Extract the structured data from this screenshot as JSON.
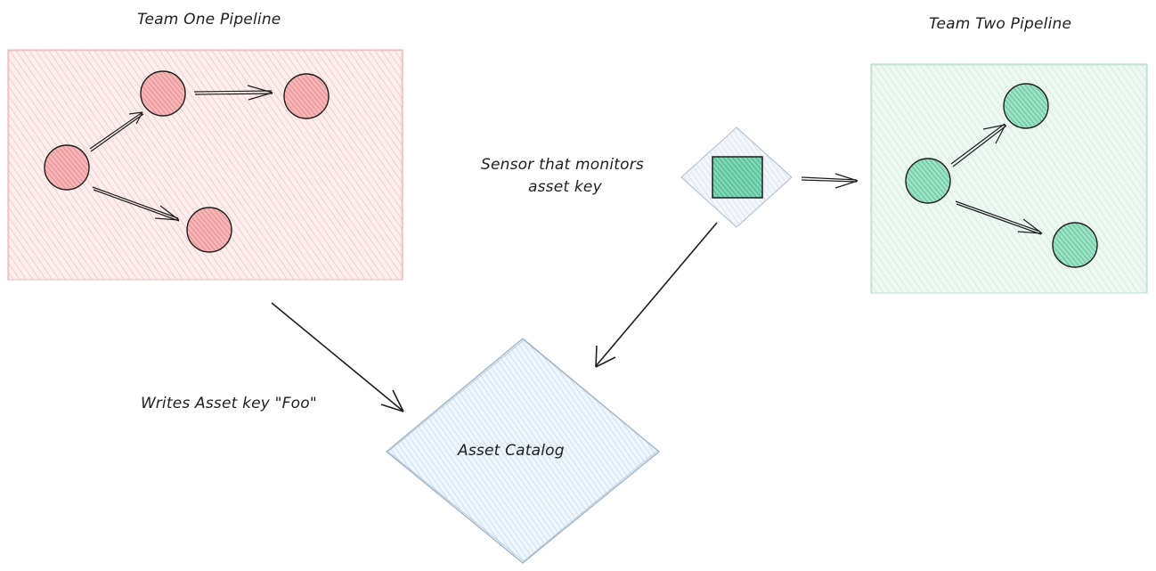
{
  "titles": {
    "team_one": "Team One Pipeline",
    "team_two": "Team Two Pipeline"
  },
  "sensor": {
    "label_line1": "Sensor that monitors",
    "label_line2": "asset key"
  },
  "writes_label": "Writes Asset key \"Foo\"",
  "catalog_label": "Asset Catalog",
  "colors": {
    "team_one_fill": "#f7c8c8",
    "team_one_node": "#e88c8c",
    "team_two_fill": "#cdeedd",
    "team_two_node": "#4fc89a",
    "catalog_fill": "#cfe3f3",
    "sensor_fill": "#dfe8f1",
    "sensor_square": "#44c29a",
    "stroke": "#1e1e1e"
  }
}
